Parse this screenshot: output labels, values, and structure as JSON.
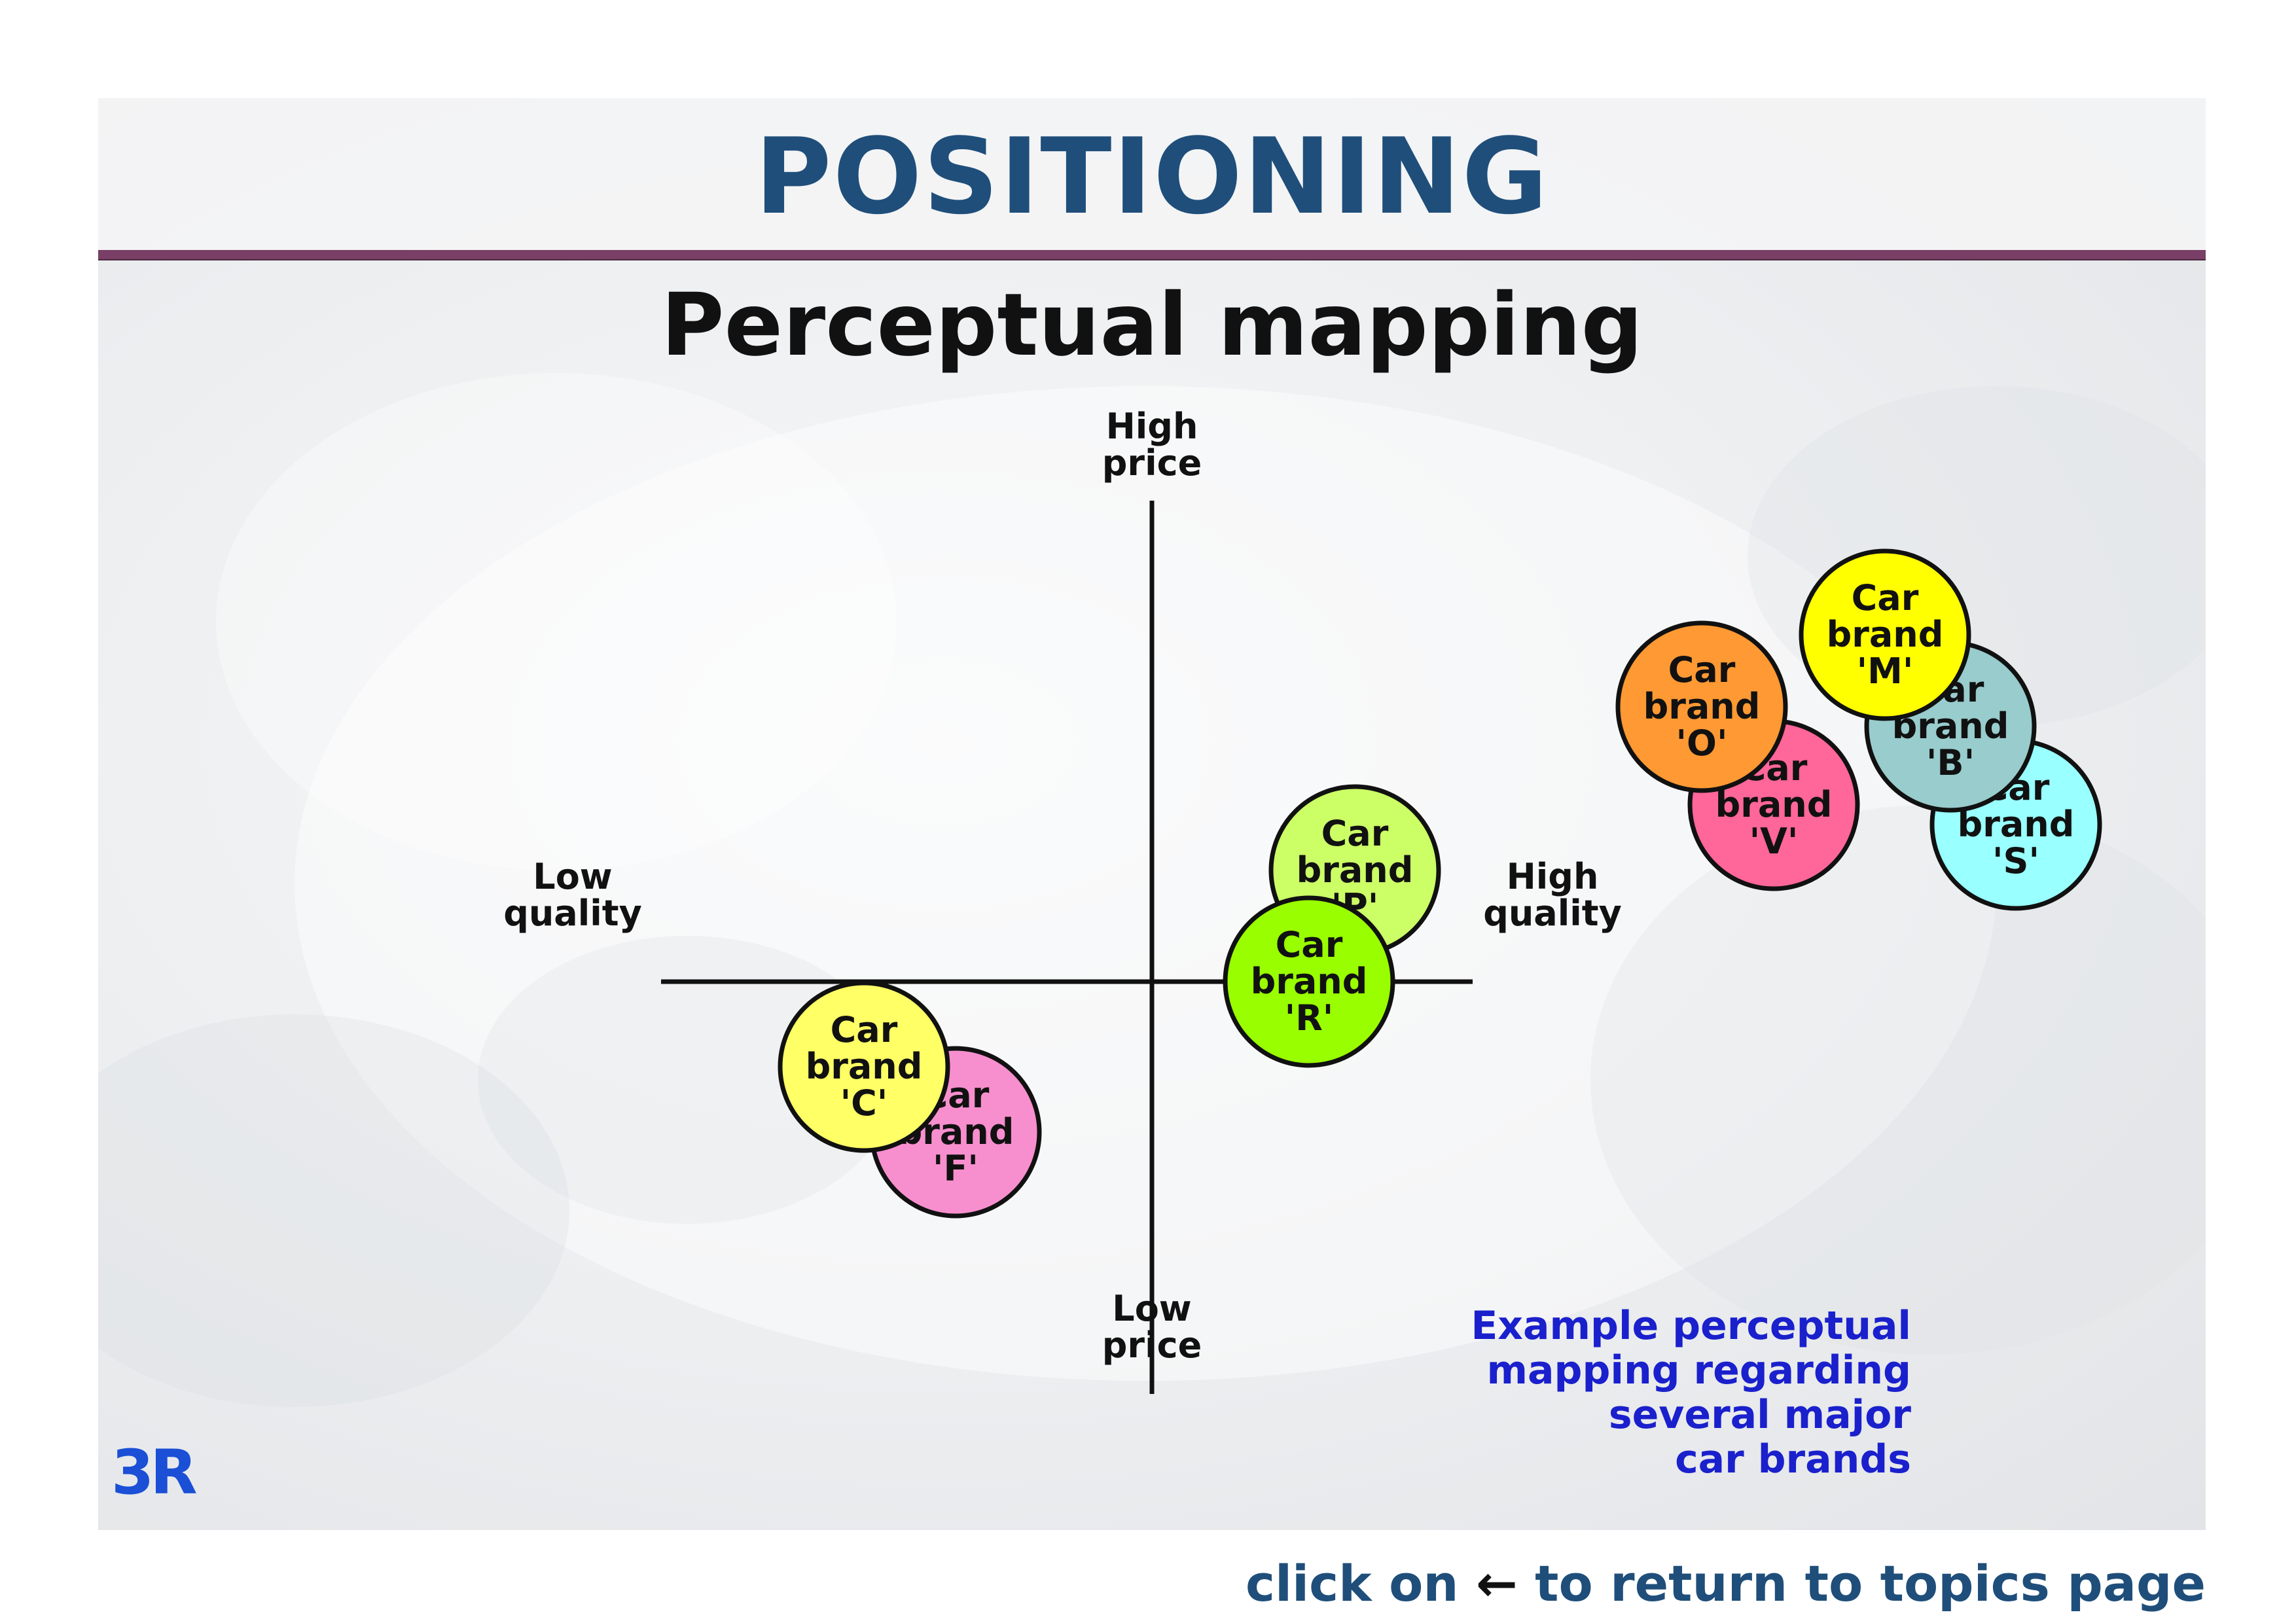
{
  "slide": {
    "title": "POSITIONING",
    "subtitle": "Perceptual mapping",
    "logo_text": "3R",
    "caption_lines": [
      "Example perceptual",
      "mapping regarding",
      "several major",
      "car brands"
    ]
  },
  "footer": {
    "link_prefix": "click on",
    "link_arrow": "←",
    "link_suffix": "to return to topics page"
  },
  "axes": {
    "top": [
      "High",
      "price"
    ],
    "bottom": [
      "Low",
      "price"
    ],
    "left": [
      "Low",
      "quality"
    ],
    "right": [
      "High",
      "quality"
    ]
  },
  "brands": [
    {
      "id": "F",
      "lines": [
        "Car",
        "brand",
        "'F'"
      ],
      "quality": -0.3,
      "price": -0.23,
      "color": "#f78fce"
    },
    {
      "id": "C",
      "lines": [
        "Car",
        "brand",
        "'C'"
      ],
      "quality": -0.44,
      "price": -0.13,
      "color": "#ffff66"
    },
    {
      "id": "S",
      "lines": [
        "Car",
        "brand",
        "'S'"
      ],
      "quality": 1.32,
      "price": 0.24,
      "color": "#99ffff"
    },
    {
      "id": "V",
      "lines": [
        "Car",
        "brand",
        "'V'"
      ],
      "quality": 0.95,
      "price": 0.27,
      "color": "#ff6699"
    },
    {
      "id": "B",
      "lines": [
        "Car",
        "brand",
        "'B'"
      ],
      "quality": 1.22,
      "price": 0.39,
      "color": "#99cccc"
    },
    {
      "id": "O",
      "lines": [
        "Car",
        "brand",
        "'O'"
      ],
      "quality": 0.84,
      "price": 0.42,
      "color": "#ff9933"
    },
    {
      "id": "M",
      "lines": [
        "Car",
        "brand",
        "'M'"
      ],
      "quality": 1.12,
      "price": 0.53,
      "color": "#ffff00"
    },
    {
      "id": "P",
      "lines": [
        "Car",
        "brand",
        "'P'"
      ],
      "quality": 0.31,
      "price": 0.17,
      "color": "#ccff66"
    },
    {
      "id": "R",
      "lines": [
        "Car",
        "brand",
        "'R'"
      ],
      "quality": 0.24,
      "price": 0.0,
      "color": "#99ff00"
    }
  ]
}
